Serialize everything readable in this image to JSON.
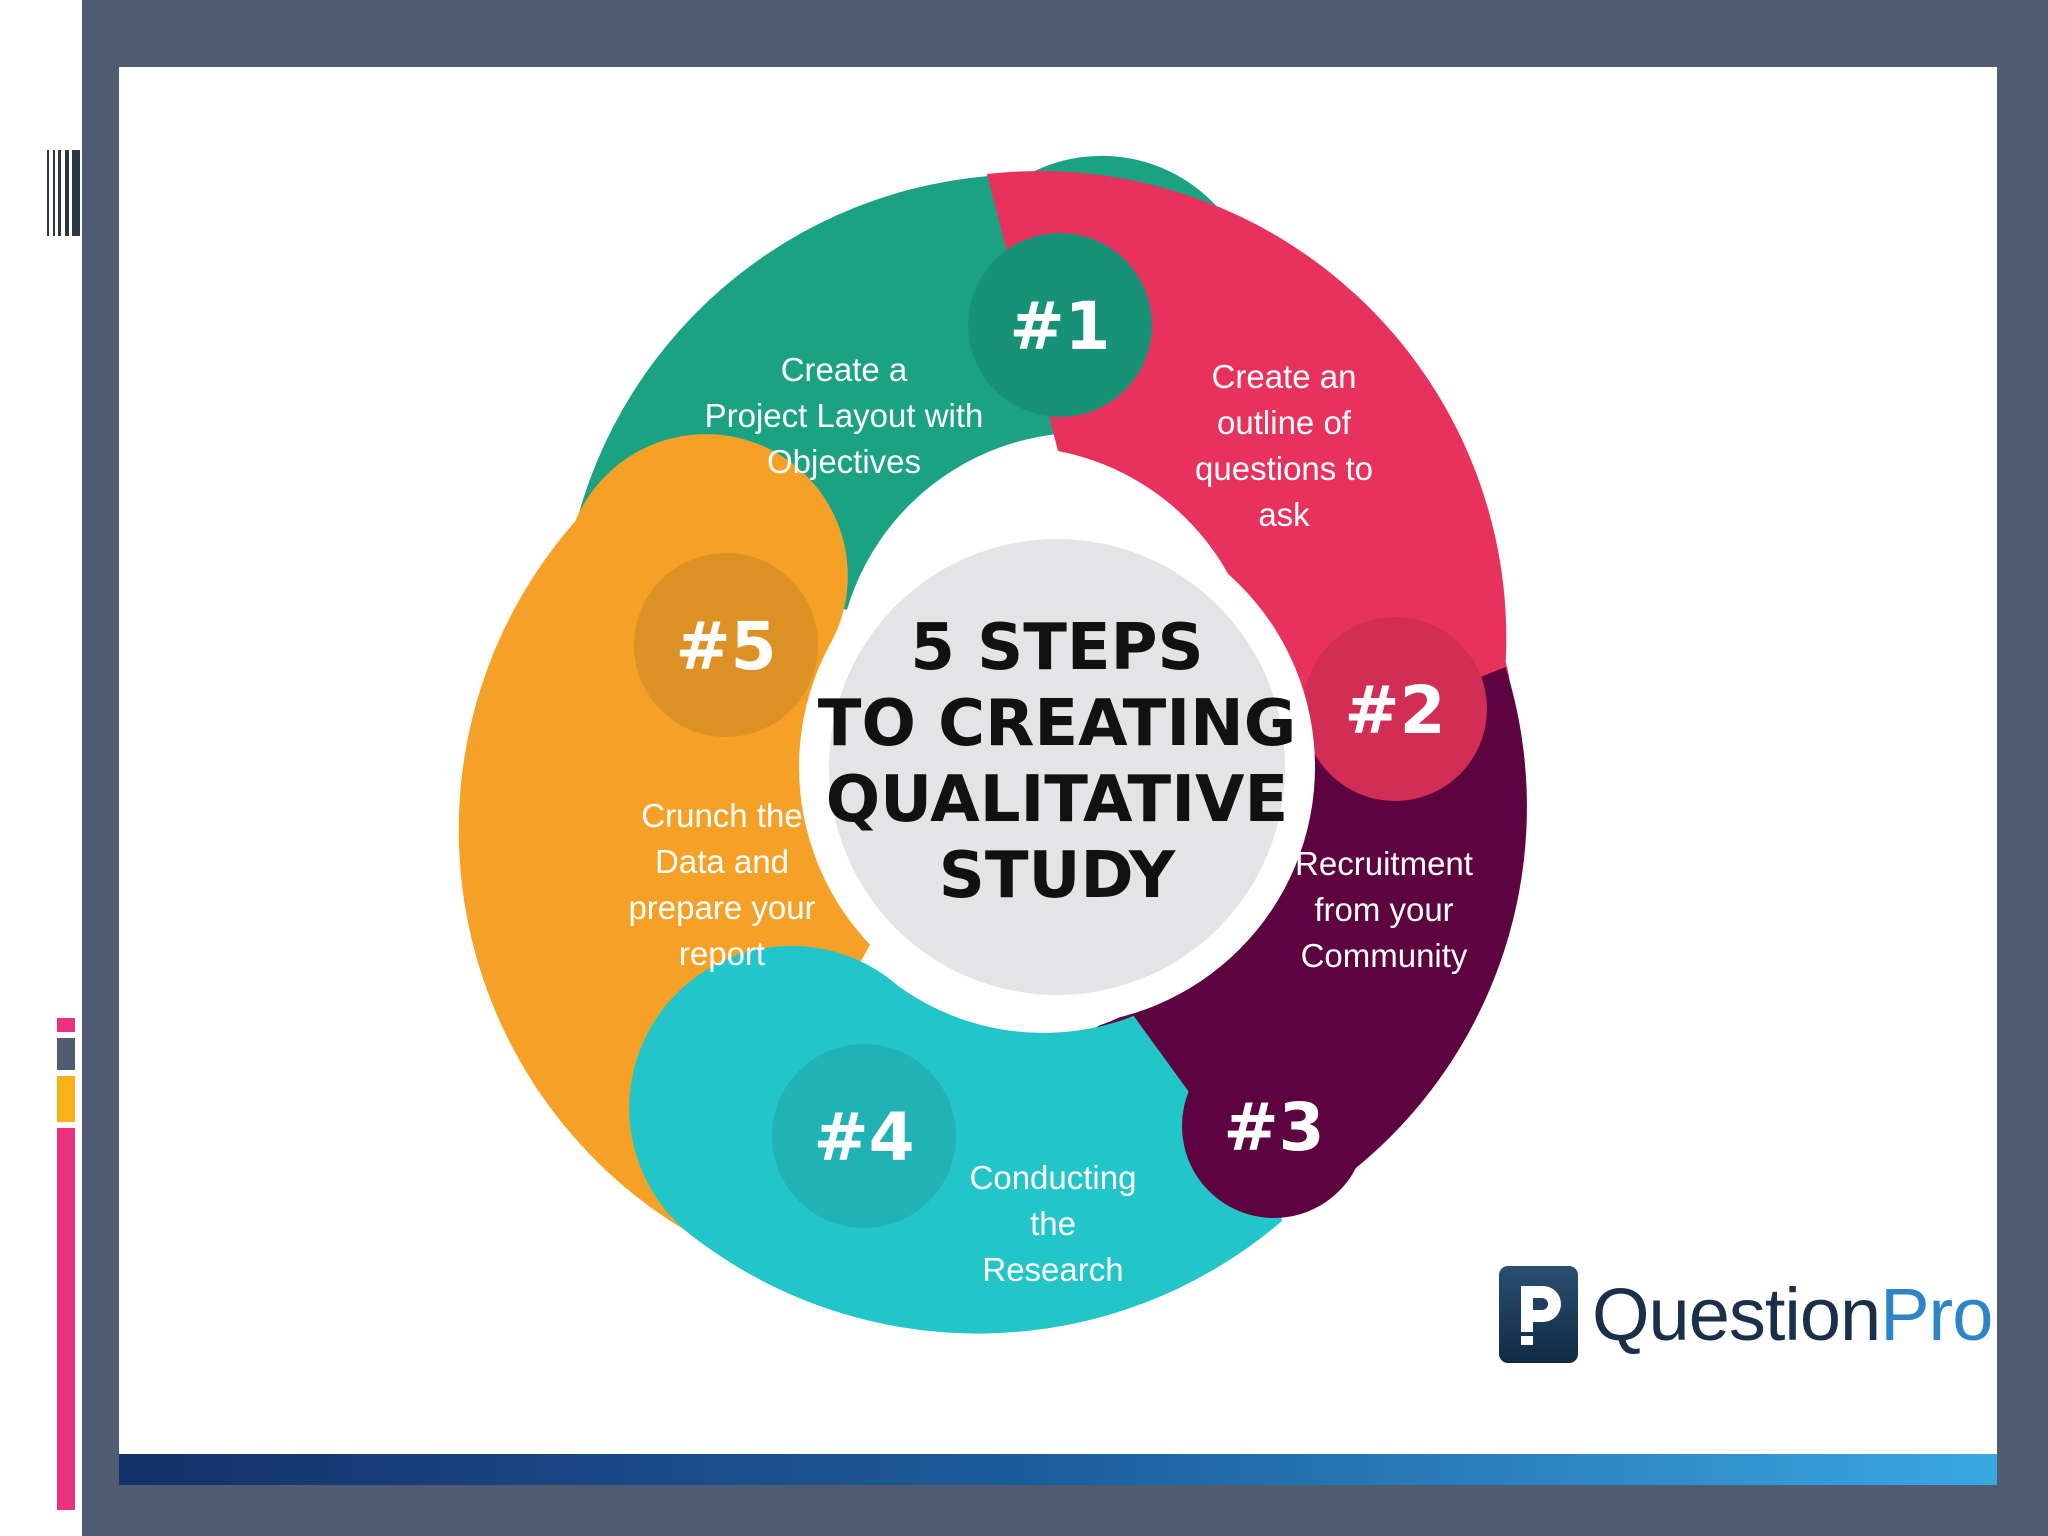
{
  "diagram": {
    "title_lines": [
      "5 STEPS",
      "TO CREATING",
      "QUALITATIVE",
      "STUDY"
    ],
    "steps": [
      {
        "number": "#1",
        "lines": [
          "Create a",
          "Project Layout with",
          "Objectives"
        ],
        "color": "#1aa283"
      },
      {
        "number": "#2",
        "lines": [
          "Create an",
          "outline of",
          "questions to",
          "ask"
        ],
        "color": "#e8325e"
      },
      {
        "number": "#3",
        "lines": [
          "Recruitment",
          "from your",
          "Community"
        ],
        "color": "#5c0340"
      },
      {
        "number": "#4",
        "lines": [
          "Conducting",
          "the",
          "Research"
        ],
        "color": "#23c6c8"
      },
      {
        "number": "#5",
        "lines": [
          "Crunch the",
          "Data and",
          "prepare your",
          "report"
        ],
        "color": "#f5a128"
      }
    ]
  },
  "brand": {
    "name_main": "Question",
    "name_accent": "Pro"
  },
  "colors": {
    "frame": "#515c72",
    "center_fill": "#e4e4e6",
    "accent_pink": "#e8327e",
    "accent_orange": "#f9b019",
    "accent_slate": "#515c72"
  }
}
